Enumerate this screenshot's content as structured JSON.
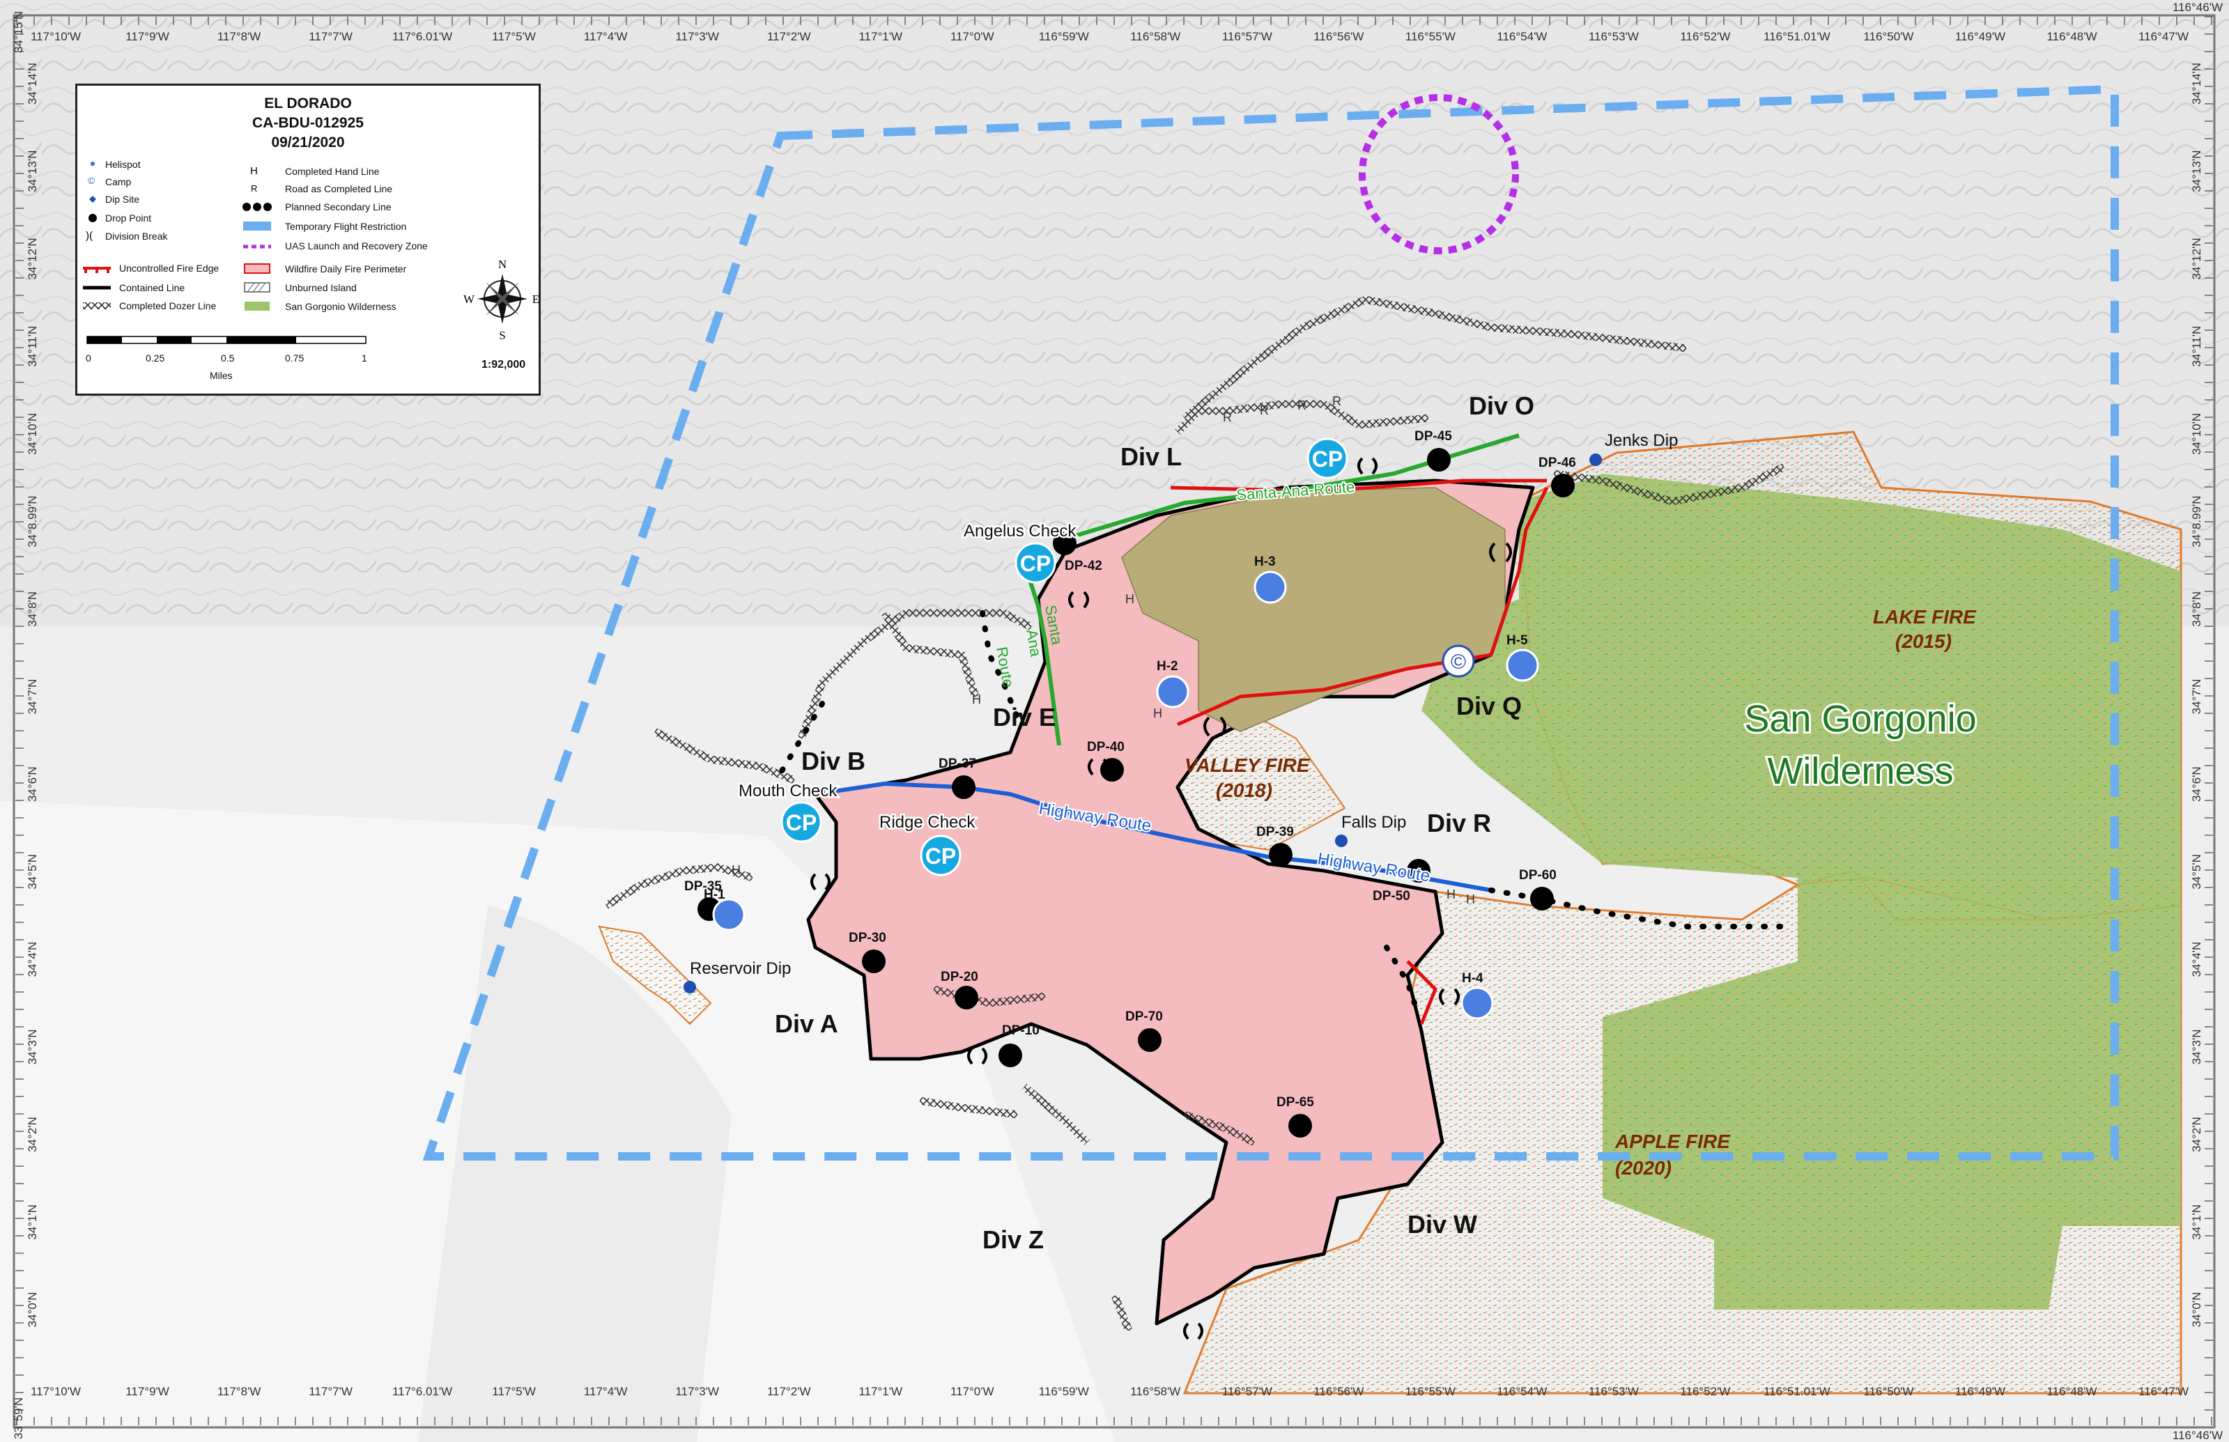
{
  "legend": {
    "title1": "EL DORADO",
    "title2": "CA-BDU-012925",
    "title3": "09/21/2020",
    "col1": [
      "Helispot",
      "Camp",
      "Dip Site",
      "Drop Point",
      "Division Break",
      "Uncontrolled Fire Edge",
      "Contained Line",
      "Completed Dozer Line"
    ],
    "col2": [
      "Completed Hand Line",
      "Road as Completed Line",
      "Planned Secondary Line",
      "Temporary Flight Restriction",
      "UAS Launch and Recovery Zone",
      "Wildfire Daily Fire Perimeter",
      "Unburned Island",
      "San Gorgonio Wilderness"
    ],
    "col2_symbols": [
      "H",
      "R"
    ],
    "camp_symbol": "©",
    "division_break_symbol": ")(",
    "scale_ticks": [
      "0",
      "0.25",
      "0.5",
      "0.75",
      "1"
    ],
    "scale_unit": "Miles",
    "scale_ratio": "1:92,000",
    "compass": {
      "n": "N",
      "s": "S",
      "e": "E",
      "w": "W"
    }
  },
  "axis": {
    "lon_labels": [
      "117°10'W",
      "117°9'W",
      "117°8'W",
      "117°7'W",
      "117°6.01'W",
      "117°5'W",
      "117°4'W",
      "117°3'W",
      "117°2'W",
      "117°1'W",
      "117°0'W",
      "116°59'W",
      "116°58'W",
      "116°57'W",
      "116°56'W",
      "116°55'W",
      "116°54'W",
      "116°53'W",
      "116°52'W",
      "116°51.01'W",
      "116°50'W",
      "116°49'W",
      "116°48'W",
      "116°47'W"
    ],
    "lat_labels": [
      "34°14'N",
      "34°13'N",
      "34°12'N",
      "34°11'N",
      "34°10'N",
      "34°8.99'N",
      "34°8'N",
      "34°7'N",
      "34°6'N",
      "34°5'N",
      "34°4'N",
      "34°3'N",
      "34°2'N",
      "34°1'N",
      "34°0'N"
    ],
    "corner_top_left": "34°15'N",
    "corner_top_right": "116°46'W",
    "corner_bottom_left": "33°59'N",
    "corner_bottom_right": "116°46'W"
  },
  "divisions": [
    "Div A",
    "Div B",
    "Div E",
    "Div L",
    "Div O",
    "Div Q",
    "Div R",
    "Div W",
    "Div Z"
  ],
  "drop_points": [
    "DP-10",
    "DP-20",
    "DP-30",
    "DP-35",
    "DP-37",
    "DP-39",
    "DP-40",
    "DP-42",
    "DP-45",
    "DP-46",
    "DP-50",
    "DP-60",
    "DP-65",
    "DP-70"
  ],
  "helispots": [
    "H-1",
    "H-2",
    "H-3",
    "H-4",
    "H-5"
  ],
  "checkpoints": [
    "Angelus Check",
    "Mouth Check",
    "Ridge Check"
  ],
  "cp_symbol": "CP",
  "dips": [
    "Jenks Dip",
    "Falls Dip",
    "Reservoir Dip"
  ],
  "routes": {
    "santa_ana": "Santa-Ana-Route",
    "santa_ana_vertical": [
      "Santa",
      "Ana",
      "Route"
    ],
    "highway_1": "Highway Route",
    "highway_2": "Highway Route"
  },
  "line_labels": {
    "hand": "H",
    "road": "R"
  },
  "historic_fires": [
    {
      "name": "LAKE FIRE",
      "year": "(2015)"
    },
    {
      "name": "VALLEY FIRE",
      "year": "(2018)"
    },
    {
      "name": "APPLE FIRE",
      "year": "(2020)"
    }
  ],
  "wilderness": [
    "San Gorgonio",
    "Wilderness"
  ],
  "colors": {
    "tfr": "#6aaef0",
    "uas": "#b52fe6",
    "fire_perimeter": "#f5bcc0",
    "unburned": "#b8ad78",
    "wilderness": "#9ec36a",
    "uncontrolled": "#e01010",
    "route_green": "#27a82e",
    "route_blue": "#1f5fd6",
    "cp_cyan": "#16a8e0",
    "helispot": "#4a7ee0",
    "historic_orange": "#e07a2a"
  }
}
